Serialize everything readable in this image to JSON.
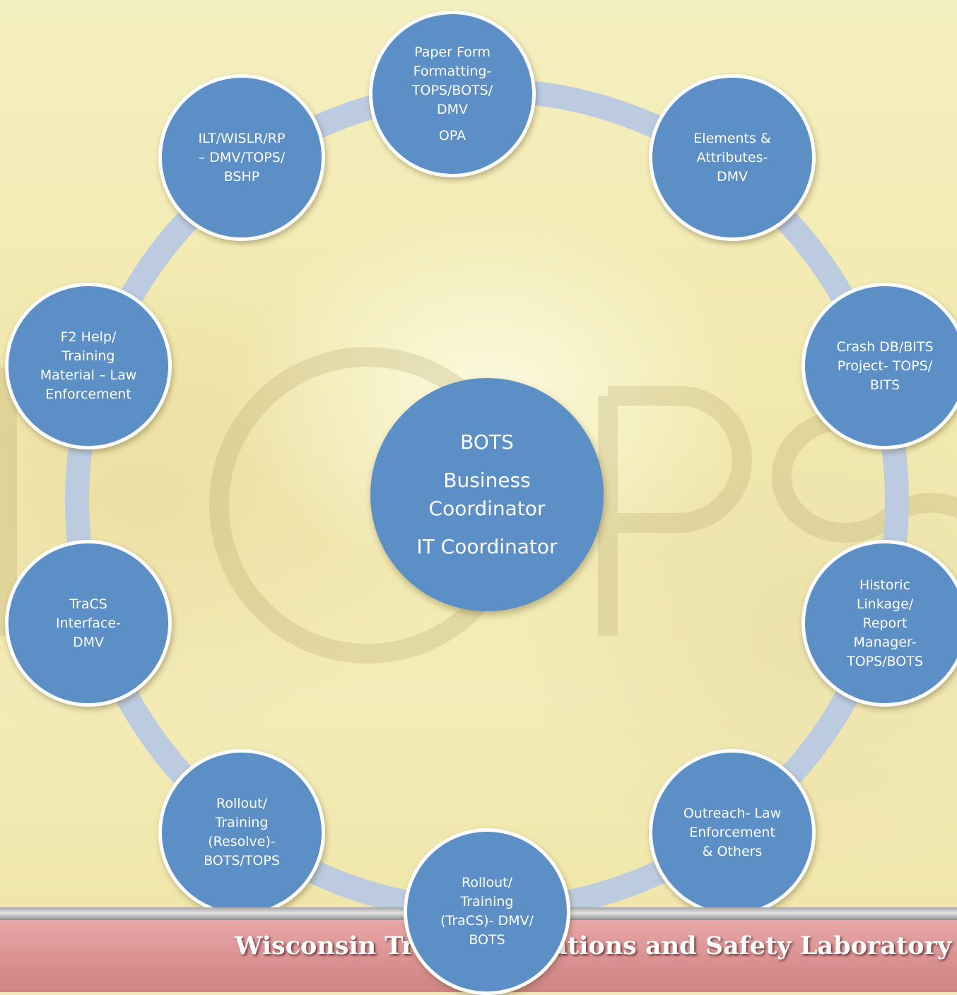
{
  "center": {
    "line1": "BOTS",
    "line2": "Business",
    "line3": "Coordinator",
    "line4": "IT Coordinator"
  },
  "nodes": [
    {
      "id": "paper-form",
      "lines": [
        "Paper Form",
        "Formatting-",
        "TOPS/BOTS/",
        "DMV"
      ],
      "extra": "OPA"
    },
    {
      "id": "elements-attributes",
      "lines": [
        "Elements &",
        "Attributes-",
        "DMV"
      ]
    },
    {
      "id": "crash-db",
      "lines": [
        "Crash DB/BITS",
        "Project- TOPS/",
        "BITS"
      ]
    },
    {
      "id": "historic-linkage",
      "lines": [
        "Historic",
        "Linkage/",
        "Report",
        "Manager-",
        "TOPS/BOTS"
      ]
    },
    {
      "id": "outreach",
      "lines": [
        "Outreach- Law",
        "Enforcement",
        "& Others"
      ]
    },
    {
      "id": "rollout-tracs",
      "lines": [
        "Rollout/",
        "Training",
        "(TraCS)- DMV/",
        "BOTS"
      ]
    },
    {
      "id": "rollout-resolve",
      "lines": [
        "Rollout/",
        "Training",
        "(Resolve)-",
        "BOTS/TOPS"
      ]
    },
    {
      "id": "tracs-interface",
      "lines": [
        "TraCS",
        "Interface-",
        "DMV"
      ]
    },
    {
      "id": "f2-help",
      "lines": [
        "F2 Help/",
        "Training",
        "Material – Law",
        "Enforcement"
      ]
    },
    {
      "id": "ilt-wislr",
      "lines": [
        "ILT/WISLR/RP",
        "– DMV/TOPS/",
        "BSHP"
      ]
    }
  ],
  "footer": {
    "text": "Wisconsin Traffic Operations and Safety Laboratory",
    "visible_text": "Wisconsin Tra           ations and Safety Laboratory"
  },
  "colors": {
    "node_fill": "#5b8fc6",
    "node_border": "#ffffff",
    "ring": "#bccbe0",
    "footer_band": "#d88f8f"
  }
}
